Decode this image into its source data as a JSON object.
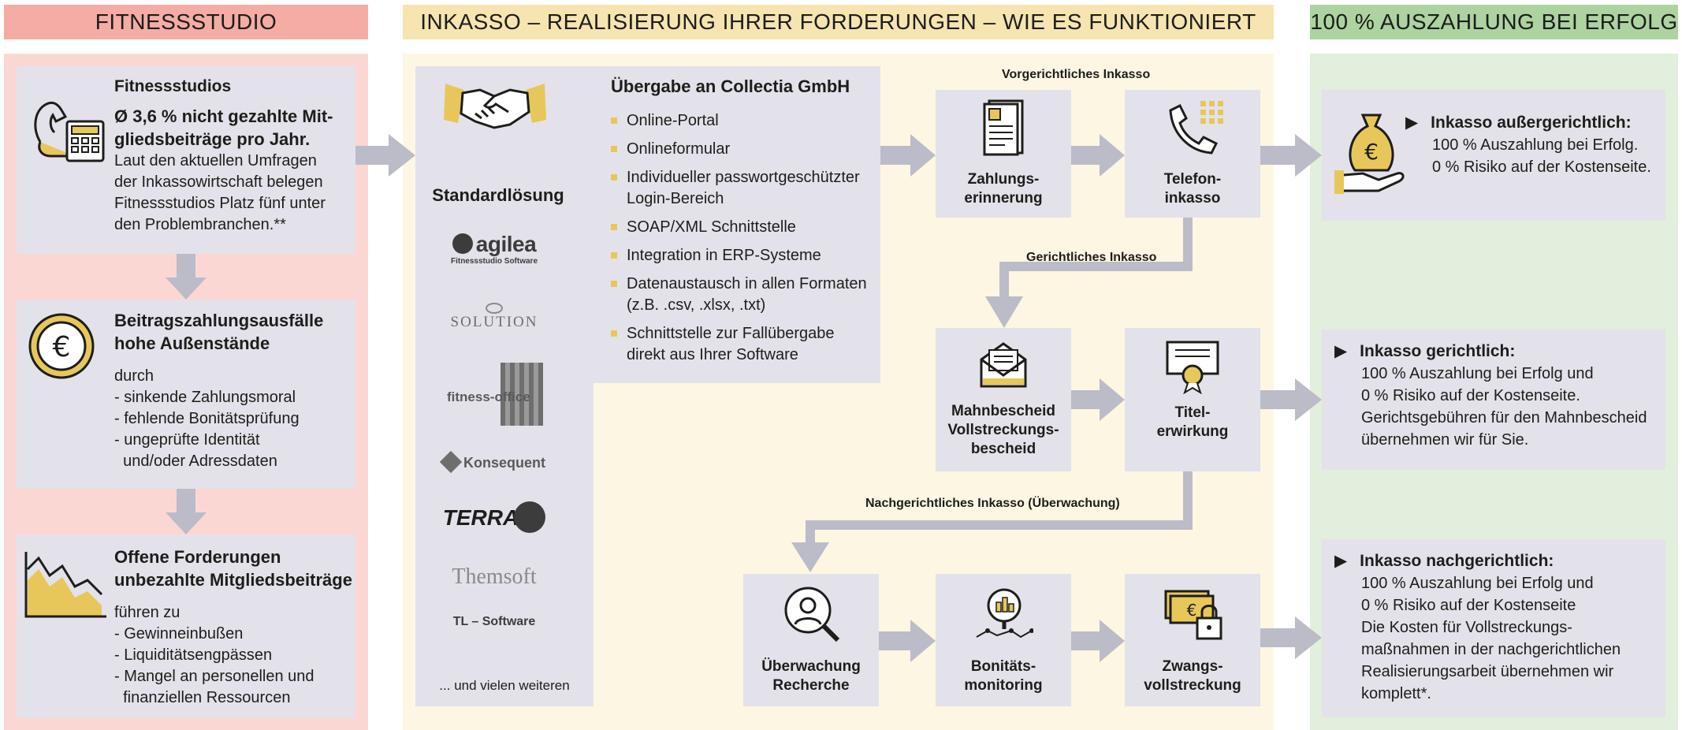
{
  "headers": {
    "left": "FITNESSSTUDIO",
    "middle": "INKASSO – REALISIERUNG IHRER FORDERUNGEN – WIE ES FUNKTIONIERT",
    "right": "100 % AUSZAHLUNG BEI ERFOLG"
  },
  "colors": {
    "left_header": "#f4aca5",
    "left_bg": "#fbd7d3",
    "middle_header": "#f6e5b0",
    "middle_bg": "#fdf6e3",
    "right_header": "#acd3a0",
    "right_bg": "#e2efdc",
    "box": "#e3e2ea",
    "arrow": "#bcbcc8",
    "accent": "#e8c75a"
  },
  "left": {
    "box1": {
      "title": "Fitnessstudios",
      "subtitle_lines": [
        "Ø 3,6 % nicht gezahlte Mit-",
        "gliedsbeiträge pro Jahr."
      ],
      "body_lines": [
        "Laut den aktuellen Umfragen",
        "der Inkassowirtschaft belegen",
        "Fitnessstudios Platz fünf unter",
        "den Problembranchen.**"
      ],
      "icon": "muscle-calculator-icon"
    },
    "box2": {
      "title_lines": [
        "Beitragszahlungsausfälle",
        "hohe Außenstände"
      ],
      "intro": "durch",
      "items": [
        "- sinkende Zahlungsmoral",
        "- fehlende Bonitätsprüfung",
        "- ungeprüfte Identität",
        "  und/oder Adressdaten"
      ],
      "icon": "euro-coin-icon"
    },
    "box3": {
      "title_lines": [
        "Offene Forderungen",
        "unbezahlte Mitgliedsbeiträge"
      ],
      "intro": "führen zu",
      "items": [
        "- Gewinneinbußen",
        "- Liquiditätsengpässen",
        "- Mangel an personellen und",
        "  finanziellen Ressourcen"
      ],
      "icon": "falling-chart-icon"
    }
  },
  "middle": {
    "standard_label": "Standardlösung",
    "partners": [
      "agilea",
      "Fitnessstudio Software",
      "SOLUTION",
      "fitness-office",
      "Konsequent",
      "TERRA",
      "Themsoft",
      "TL – Software"
    ],
    "more": "... und vielen weiteren",
    "handover": {
      "title": "Übergabe an Collectia GmbH",
      "items": [
        [
          "Online-Portal"
        ],
        [
          "Onlineformular"
        ],
        [
          "Individueller passwortgeschützter",
          "Login-Bereich"
        ],
        [
          "SOAP/XML Schnittstelle"
        ],
        [
          "Integration in ERP-Systeme"
        ],
        [
          "Datenaustausch in allen Formaten",
          "(z.B. .csv, .xlsx, .txt)"
        ],
        [
          "Schnittstelle zur Fallübergabe",
          "direkt aus Ihrer Software"
        ]
      ]
    },
    "labels": {
      "pre": "Vorgerichtliches Inkasso",
      "court": "Gerichtliches Inkasso",
      "post": "Nachgerichtliches Inkasso (Überwachung)"
    },
    "steps": {
      "reminder": [
        "Zahlungs-",
        "erinnerung"
      ],
      "phone": [
        "Telefon-",
        "inkasso"
      ],
      "dunning": [
        "Mahnbescheid",
        "Vollstreckungs-",
        "bescheid"
      ],
      "title": [
        "Titel-",
        "erwirkung"
      ],
      "monitoring": [
        "Überwachung",
        "Recherche"
      ],
      "credit": [
        "Bonitäts-",
        "monitoring"
      ],
      "enforcement": [
        "Zwangs-",
        "vollstreckung"
      ]
    }
  },
  "right": {
    "r1": {
      "title": "Inkasso außergerichtlich:",
      "lines": [
        "100 % Auszahlung bei Erfolg.",
        "0 % Risiko auf der Kostenseite."
      ]
    },
    "r2": {
      "title": "Inkasso gerichtlich:",
      "lines": [
        "100 % Auszahlung bei Erfolg und",
        "0 % Risiko auf der Kostenseite.",
        "Gerichtsgebühren für den Mahnbescheid",
        "übernehmen wir für Sie."
      ]
    },
    "r3": {
      "title": "Inkasso nachgerichtlich:",
      "lines": [
        "100 % Auszahlung bei Erfolg und",
        "0 % Risiko auf der Kostenseite",
        "Die Kosten für Vollstreckungs-",
        "maßnahmen in der nachgerichtlichen",
        "Realisierungsarbeit übernehmen wir",
        "komplett*."
      ]
    }
  }
}
